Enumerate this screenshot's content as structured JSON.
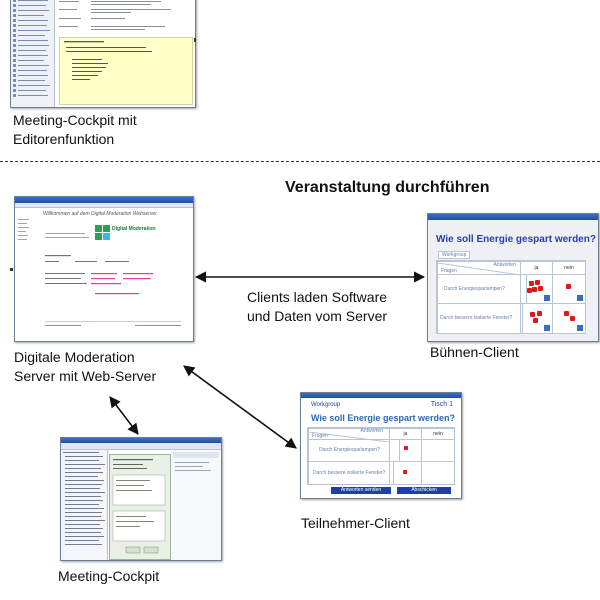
{
  "top_caption": [
    "Meeting-Cockpit mit",
    "Editorenfunktion"
  ],
  "section_heading": "Veranstaltung durchführen",
  "server_caption": [
    "Digitale Moderation",
    "Server mit Web-Server"
  ],
  "link_caption": [
    "Clients laden Software",
    "und Daten vom Server"
  ],
  "buehnen_caption": "Bühnen-Client",
  "teilnehmer_caption": "Teilnehmer-Client",
  "cockpit_caption": "Meeting-Cockpit",
  "buehnen_window": {
    "title": "Wie soll Energie gespart werden?",
    "tab": "Workgroup",
    "col_headers": [
      "Antworten",
      "ja",
      "nein"
    ],
    "row_header": "Fragen",
    "rows": [
      "Durch Energiesparlampen?",
      "Durch bessere isolierte Fenster?"
    ]
  },
  "teilnehmer_window": {
    "group": "Workgroup",
    "table_label": "Tisch 1",
    "title": "Wie soll Energie gespart werden?",
    "col_headers": [
      "Antworten",
      "ja",
      "nein"
    ],
    "row_header": "Fragen",
    "rows": [
      "Durch Energiesparlampen?",
      "Durch bessere isolierte Fenster?"
    ],
    "buttons": [
      "Antworten senden",
      "Abschicken"
    ]
  },
  "server_window": {
    "banner": "Willkommen auf dem Digital Moderation Webserver",
    "logo": "Digital Moderation"
  },
  "colors": {
    "blue_title": "#2a40a8",
    "dot": "#e01818",
    "accent_green": "#1a9a3a",
    "accent_pink": "#e0409a"
  }
}
